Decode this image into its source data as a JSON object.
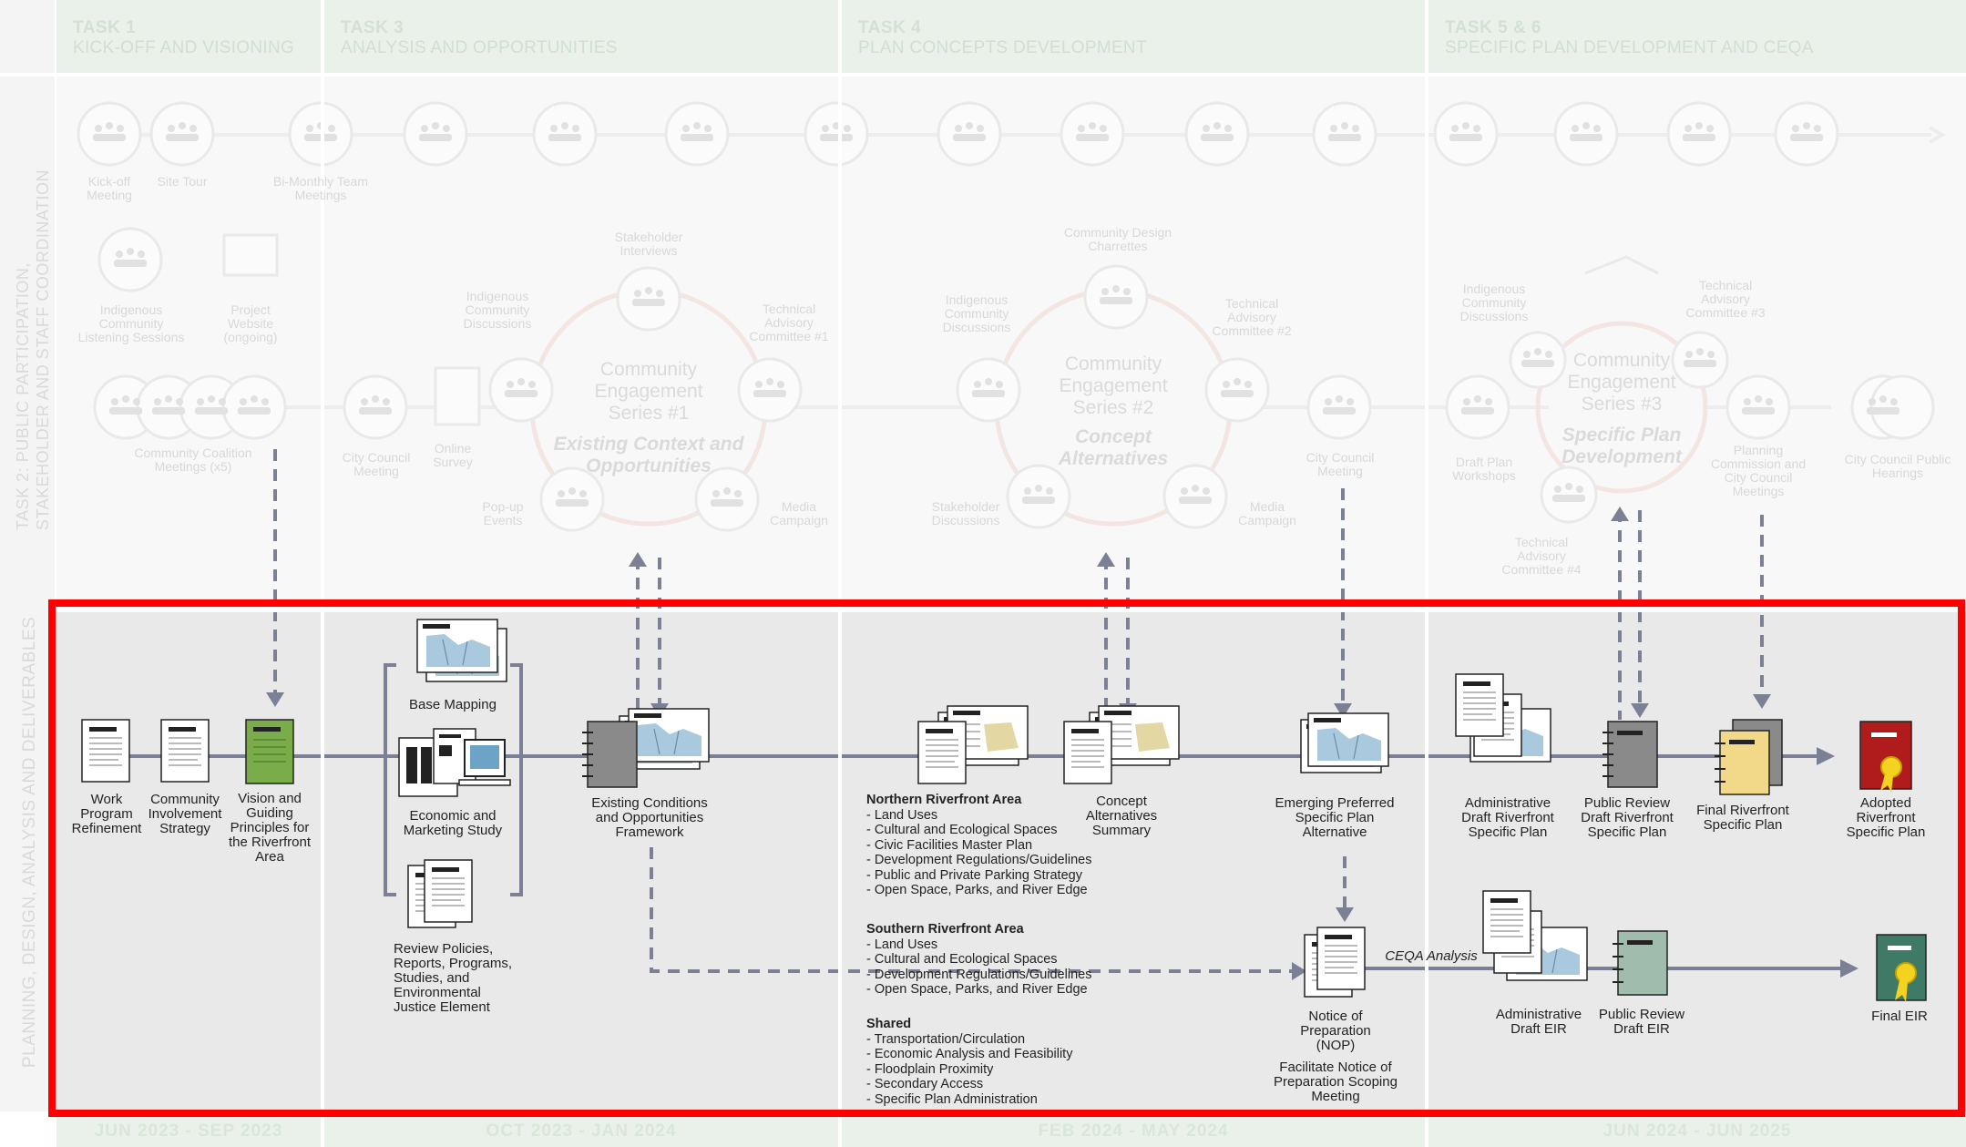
{
  "phases": [
    {
      "task": "TASK 1",
      "name": "KICK-OFF AND VISIONING",
      "dates": "JUN 2023 - SEP 2023"
    },
    {
      "task": "TASK 3",
      "name": "ANALYSIS AND OPPORTUNITIES",
      "dates": "OCT 2023 - JAN 2024"
    },
    {
      "task": "TASK 4",
      "name": "PLAN CONCEPTS DEVELOPMENT",
      "dates": "FEB 2024 - MAY 2024"
    },
    {
      "task": "TASK 5 & 6",
      "name": "SPECIFIC PLAN DEVELOPMENT AND CEQA",
      "dates": "JUN 2024 - JUN 2025"
    }
  ],
  "rows": {
    "participation": "TASK 2: PUBLIC PARTICIPATION, STAKEHOLDER AND STAFF COORDINATION",
    "planning": "PLANNING, DESIGN, ANALYSIS AND DELIVERABLES"
  },
  "engagement": {
    "kickoff": "Kick-off Meeting",
    "site_tour": "Site Tour",
    "bimonthly": "Bi-Monthly Team Meetings",
    "indigenous_listening": "Indigenous Community Listening Sessions",
    "project_website": "Project Website (ongoing)",
    "coalition": "Community Coalition Meetings (x5)",
    "city_council": "City Council Meeting",
    "online_survey": "Online Survey",
    "series1": {
      "title": "Community Engagement Series #1",
      "subtitle": "Existing Context and Opportunities",
      "stakeholder_interviews": "Stakeholder Interviews",
      "indigenous": "Indigenous Community Discussions",
      "tac": "Technical Advisory Committee #1",
      "popup": "Pop-up Events",
      "media": "Media Campaign"
    },
    "series2": {
      "title": "Community Engagement Series #2",
      "subtitle": "Concept Alternatives",
      "charrettes": "Community Design Charrettes",
      "indigenous": "Indigenous Community Discussions",
      "tac": "Technical Advisory Committee #2",
      "stakeholder": "Stakeholder Discussions",
      "media": "Media Campaign"
    },
    "city_council_2": "City Council Meeting",
    "series3": {
      "title": "Community Engagement Series #3",
      "subtitle": "Specific Plan Development",
      "indigenous": "Indigenous Community Discussions",
      "tac3": "Technical Advisory Committee #3",
      "workshops": "Draft Plan Workshops",
      "tac4": "Technical Advisory Committee #4"
    },
    "planning_commission": "Planning Commission and City Council Meetings",
    "public_hearings": "City Council Public Hearings"
  },
  "deliverables": {
    "work_program": "Work Program Refinement",
    "involvement": "Community Involvement Strategy",
    "vision": "Vision and Guiding Principles for the Riverfront Area",
    "base_mapping": "Base Mapping",
    "economic": "Economic and Marketing Study",
    "review_policies": "Review Policies, Reports, Programs, Studies, and Environmental Justice Element",
    "existing_conditions": "Existing Conditions and Opportunities Framework",
    "concept_alternatives": "Concept Alternatives Summary",
    "emerging": "Emerging Preferred Specific Plan Alternative",
    "admin_draft_sp": "Administrative Draft Riverfront Specific Plan",
    "public_review_sp": "Public Review Draft Riverfront Specific Plan",
    "final_sp": "Final Riverfront Specific Plan",
    "adopted_sp": "Adopted Riverfront Specific Plan",
    "nop": "Notice of Preparation (NOP)",
    "scoping": "Facilitate Notice of Preparation Scoping Meeting",
    "ceqa": "CEQA Analysis",
    "admin_eir": "Administrative Draft EIR",
    "public_eir": "Public Review Draft EIR",
    "final_eir": "Final EIR"
  },
  "areas": {
    "north": {
      "title": "Northern Riverfront Area",
      "items": [
        "- Land Uses",
        "- Cultural and Ecological Spaces",
        "- Civic Facilities Master Plan",
        "- Development Regulations/Guidelines",
        "- Public and Private Parking Strategy",
        "- Open Space, Parks, and River Edge"
      ]
    },
    "south": {
      "title": "Southern Riverfront Area",
      "items": [
        "- Land Uses",
        "- Cultural and Ecological Spaces",
        "- Development Regulations/Guidelines",
        "- Open Space, Parks, and River Edge"
      ]
    },
    "shared": {
      "title": "Shared",
      "items": [
        "- Transportation/Circulation",
        "- Economic Analysis and Feasibility",
        "- Floodplain Proximity",
        "- Secondary Access",
        "- Specific Plan Administration"
      ]
    }
  },
  "colors": {
    "accent_red": "#ff0000",
    "line_gray": "#7c8094",
    "green_doc": "#7aad4a",
    "phase_green": "#eaf1ea"
  }
}
